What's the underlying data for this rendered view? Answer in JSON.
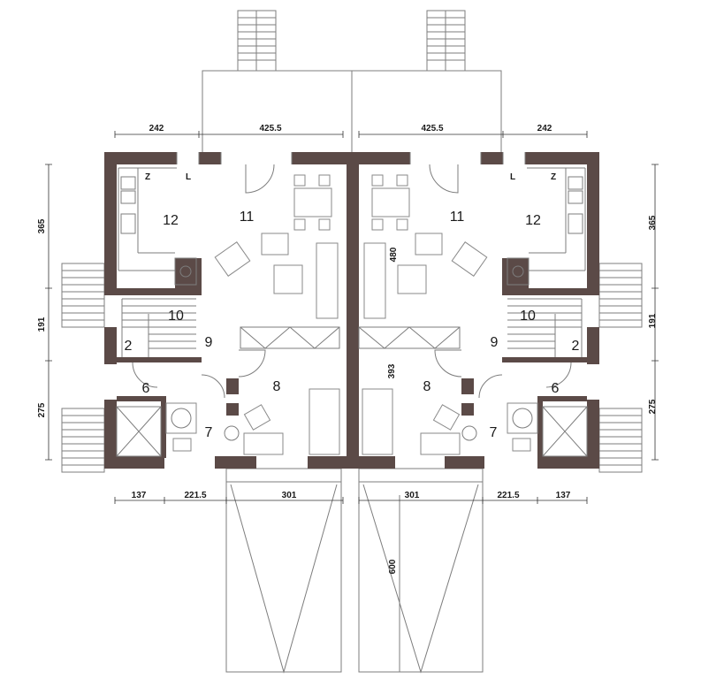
{
  "rooms": {
    "left": {
      "r2": "2",
      "r6": "6",
      "r7": "7",
      "r8": "8",
      "r9": "9",
      "r10": "10",
      "r11": "11",
      "r12": "12"
    },
    "right": {
      "r2": "2",
      "r6": "6",
      "r7": "7",
      "r8": "8",
      "r9": "9",
      "r10": "10",
      "r11": "11",
      "r12": "12"
    }
  },
  "dimensions": {
    "top_left_a": "242",
    "top_left_b": "425.5",
    "top_right_a": "425.5",
    "top_right_b": "242",
    "left_a": "365",
    "left_b": "191",
    "left_c": "275",
    "right_a": "365",
    "right_b": "191",
    "right_c": "275",
    "bottom_left_a": "137",
    "bottom_left_b": "221.5",
    "bottom_left_c": "301",
    "bottom_right_a": "301",
    "bottom_right_b": "221.5",
    "bottom_right_c": "137",
    "center_480": "480",
    "center_393": "393",
    "garage_600": "600"
  },
  "kitchen_marks": {
    "left_z": "Z",
    "left_l": "L",
    "right_l": "L",
    "right_z": "Z"
  }
}
